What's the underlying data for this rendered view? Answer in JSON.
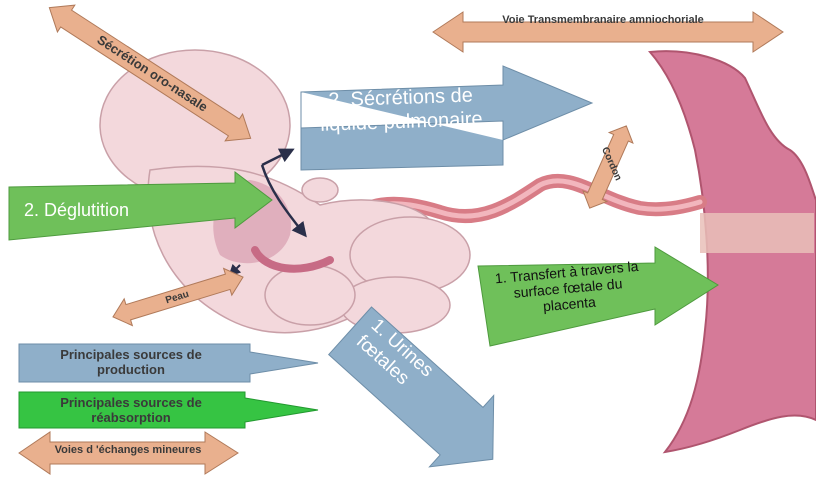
{
  "labels": {
    "oro_nasal": "Sécrétion oro-nasale",
    "transmembrane": "Voie Transmembranaire amniochoriale",
    "pulmonary": "2. Sécrétions de liquide pulmonaire",
    "cordon": "Cordon",
    "deglutition": "2. Déglutition",
    "peau": "Peau",
    "placenta": "1. Transfert à travers la surface fœtale du placenta",
    "urines": "1. Urines fœtales"
  },
  "legend": {
    "production": "Principales sources de production",
    "reabsorption": "Principales sources de réabsorption",
    "minor": "Voies d 'échanges mineures"
  },
  "colors": {
    "blue": "#8fafc9",
    "green": "#6fc05a",
    "bright_green": "#36c443",
    "orange": "#e9b08e",
    "pink_uterus": "#d57a98",
    "baby_skin": "#f3d8dc",
    "cord": "#d87c86"
  }
}
